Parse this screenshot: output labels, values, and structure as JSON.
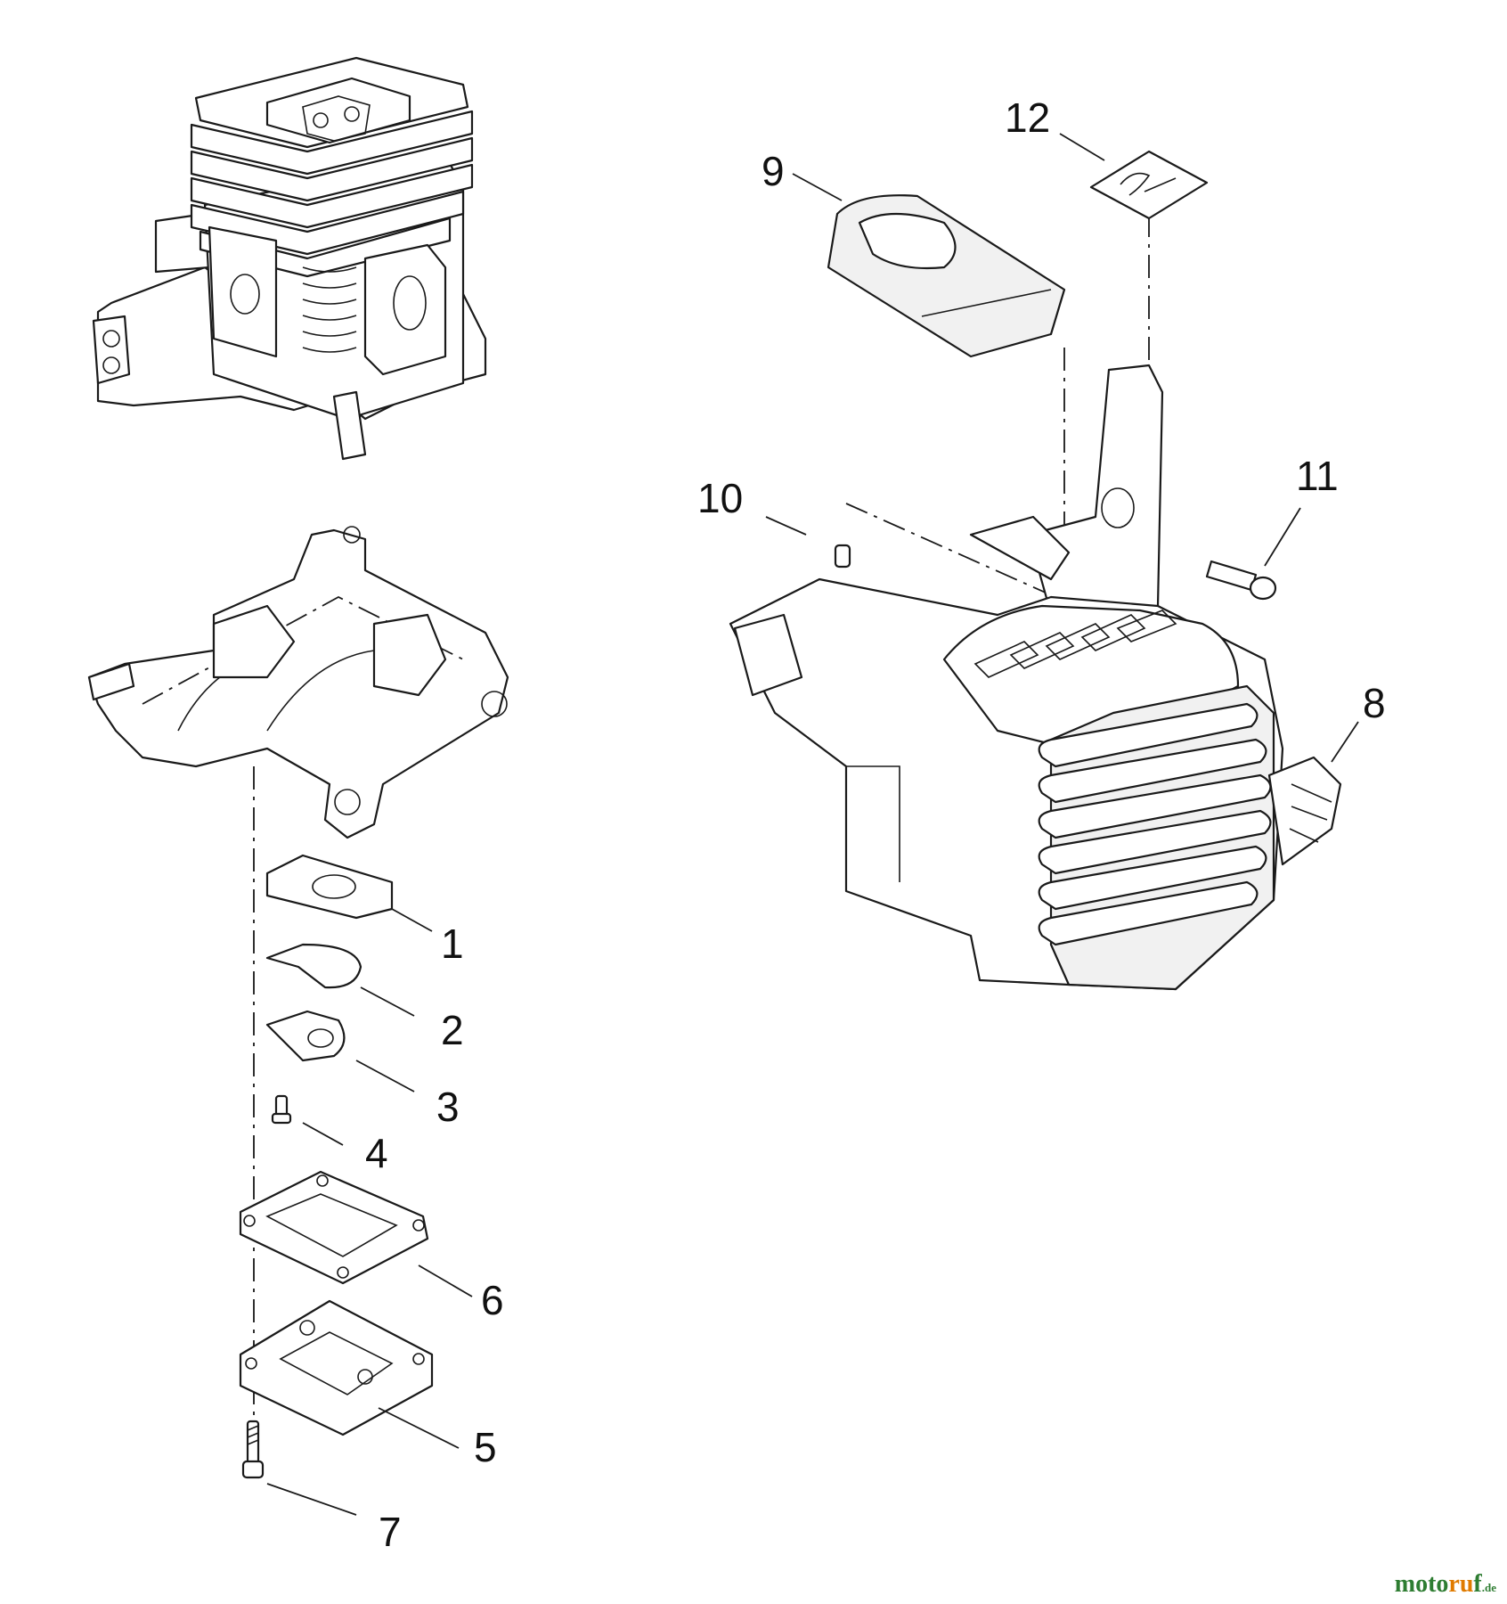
{
  "callouts": [
    {
      "id": "c1",
      "text": "1"
    },
    {
      "id": "c2",
      "text": "2"
    },
    {
      "id": "c3",
      "text": "3"
    },
    {
      "id": "c4",
      "text": "4"
    },
    {
      "id": "c5",
      "text": "5"
    },
    {
      "id": "c6",
      "text": "6"
    },
    {
      "id": "c7",
      "text": "7"
    },
    {
      "id": "c8",
      "text": "8"
    },
    {
      "id": "c9",
      "text": "9"
    },
    {
      "id": "c10",
      "text": "10"
    },
    {
      "id": "c11",
      "text": "11"
    },
    {
      "id": "c12",
      "text": "12"
    }
  ],
  "watermark": {
    "main": "moto",
    "accent": "ru",
    "end": "f",
    "tld": ".de"
  },
  "colors": {
    "line": "#1a1a1a",
    "watermark_green": "#2e7d32",
    "watermark_orange": "#e07b00"
  }
}
